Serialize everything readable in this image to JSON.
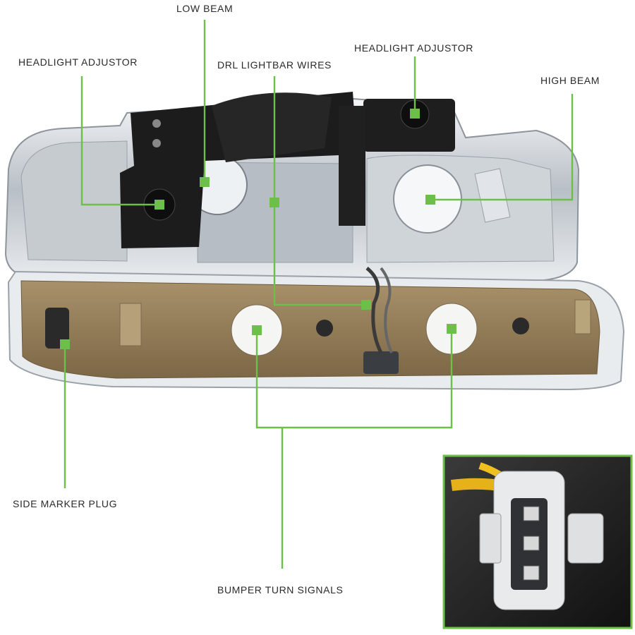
{
  "labels": {
    "low_beam": "LOW BEAM",
    "headlight_adjustor_left": "HEADLIGHT ADJUSTOR",
    "drl_lightbar_wires": "DRL LIGHTBAR WIRES",
    "headlight_adjustor_right": "HEADLIGHT ADJUSTOR",
    "high_beam": "HIGH BEAM",
    "side_marker_plug": "SIDE MARKER PLUG",
    "bumper_turn_signals": "BUMPER TURN SIGNALS"
  },
  "colors": {
    "accent": "#6cc04a",
    "housing": "#d9dde1",
    "bracket": "#1c1c1c",
    "bumper_housing": "#8f7a55",
    "inset_border": "#6cc04a"
  },
  "icons": {
    "callout_marker": "green-square",
    "connector": "3-pin-connector"
  }
}
